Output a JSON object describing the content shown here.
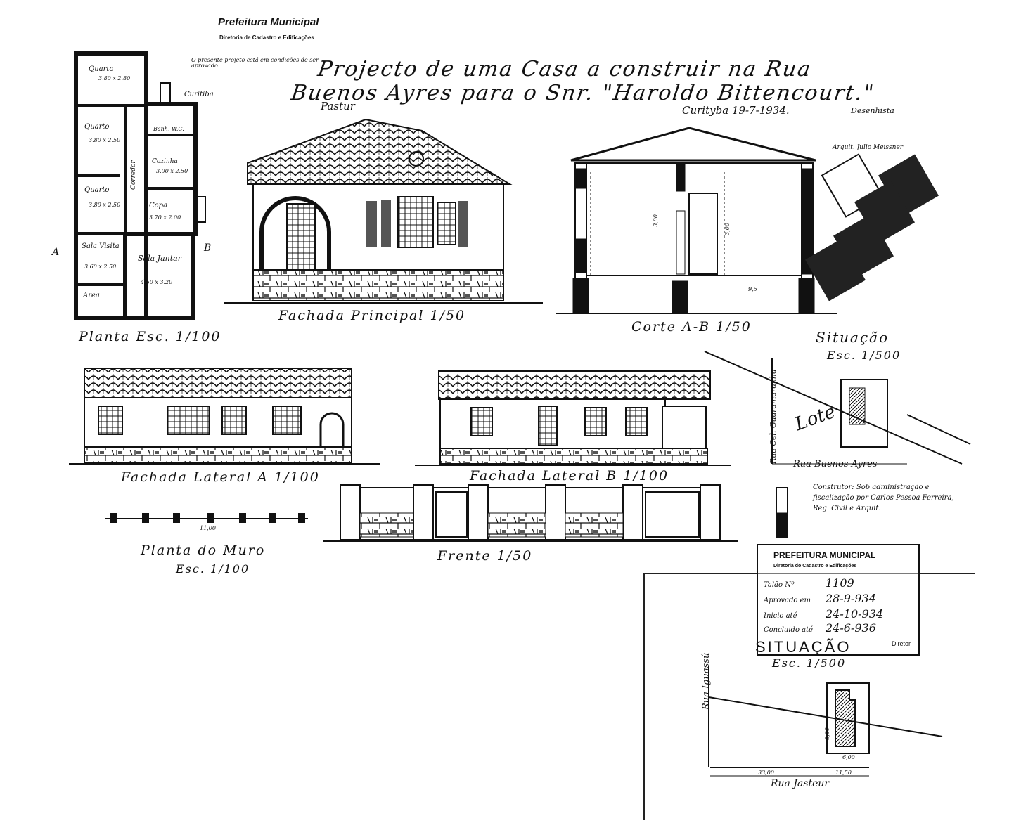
{
  "header": {
    "office": "Prefeitura Municipal",
    "department": "Diretoria de Cadastro e Edificações",
    "approval_note": "O presente projeto está em condições de ser aprovado.",
    "approval_city": "Curitiba",
    "approval_sign": "Pastur",
    "title_line1": "Projecto de uma Casa a construir na Rua",
    "title_line2": "Buenos Ayres para o Snr. \"Haroldo Bittencourt.\"",
    "place_date": "Curityba 19-7-1934.",
    "designer_label": "Desenhista",
    "architect_label": "Arquit. Julio Meissner"
  },
  "plan": {
    "caption": "Planta Esc. 1/100",
    "rooms": [
      {
        "name": "Quarto",
        "dims": "3.80 x 2.80"
      },
      {
        "name": "Quarto",
        "dims": "3.80 x 2.50"
      },
      {
        "name": "Quarto",
        "dims": "3.80 x 2.50"
      },
      {
        "name": "Corredor",
        "dims": ""
      },
      {
        "name": "Cozinha",
        "dims": "3.00 x 2.50"
      },
      {
        "name": "Copa",
        "dims": "3.70 x 2.00"
      },
      {
        "name": "Sala Visita",
        "dims": "3.60 x 2.50"
      },
      {
        "name": "Sala Jantar",
        "dims": "4.50 x 3.20"
      },
      {
        "name": "Area",
        "dims": ""
      },
      {
        "name": "Banh. W.C.",
        "dims": ""
      }
    ],
    "section_marks": [
      "A",
      "B"
    ]
  },
  "elevations": {
    "main": "Fachada Principal 1/50",
    "section": "Corte A-B 1/50",
    "lateral_a": "Fachada Lateral A 1/100",
    "lateral_b": "Fachada Lateral B 1/100",
    "front_wall": "Frente 1/50",
    "wall_plan": "Planta do Muro",
    "wall_plan_scale": "Esc. 1/100",
    "wall_plan_dim": "11,00",
    "section_height_left": "3,00",
    "section_height_right": "3,00",
    "section_width": "9,5"
  },
  "situation": {
    "title": "Situação",
    "scale": "Esc. 1/500",
    "street_vertical": "Rua Cel. Guaramaranha",
    "street_bottom": "Rua Buenos Ayres",
    "lot_label": "Lote"
  },
  "construction_note": "Construtor: Sob administração e fiscalização por Carlos Pessoa Ferreira, Reg. Civil e Arquit.",
  "stamp": {
    "title": "PREFEITURA MUNICIPAL",
    "subtitle": "Diretoria do Cadastro e Edificações",
    "fields": [
      {
        "label": "Talão Nº",
        "value": "1109"
      },
      {
        "label": "Aprovado em",
        "value": "28-9-934"
      },
      {
        "label": "Inicio até",
        "value": "24-10-934"
      },
      {
        "label": "Concluido até",
        "value": "24-6-936"
      }
    ],
    "sign_label": "Diretor"
  },
  "situation2": {
    "title": "SITUAÇÃO",
    "scale": "Esc. 1/500",
    "street_vertical": "Rua Iguassú",
    "street_bottom": "Rua Jasteur",
    "dim_left": "33,00",
    "dim_right": "11,50",
    "dim_lot": "6,00",
    "dim_side": "8,00"
  }
}
